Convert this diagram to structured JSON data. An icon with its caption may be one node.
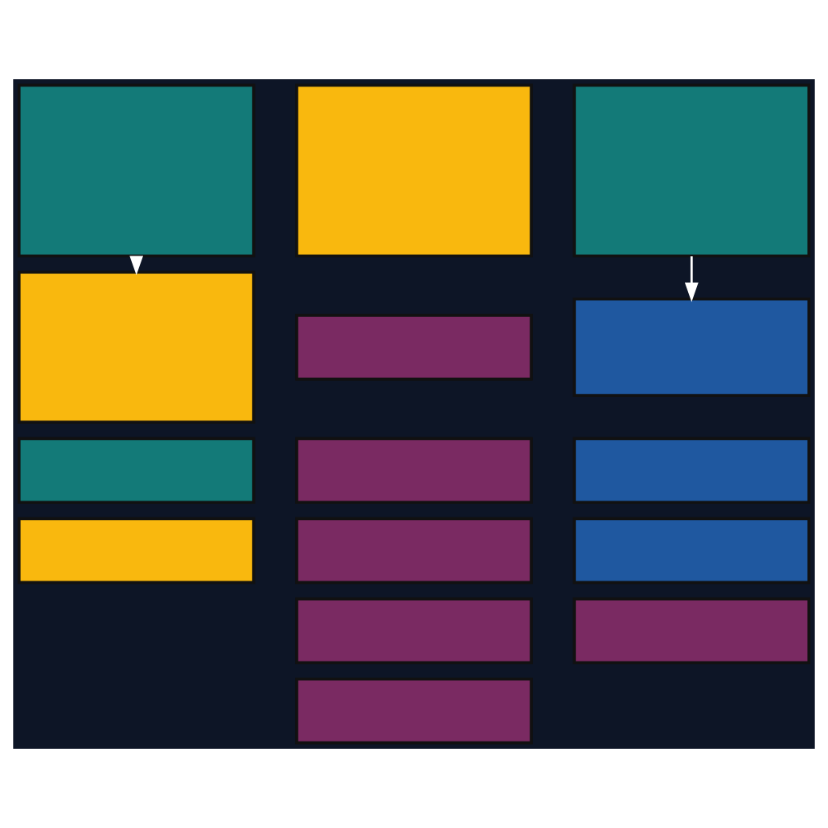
{
  "diagram": {
    "nodes": [
      {
        "text": [],
        "shape": "box"
      },
      {
        "text": [],
        "shape": "box"
      },
      {
        "text": [],
        "shape": "box"
      },
      {
        "text": [],
        "shape": "box"
      },
      {
        "text": [],
        "shape": "box"
      },
      {
        "text": [],
        "shape": "box"
      },
      {
        "text": [],
        "shape": "box"
      },
      {
        "text": [],
        "shape": "box"
      },
      {
        "text": [],
        "shape": "box"
      },
      {
        "text": [],
        "shape": "box"
      },
      {
        "text": [],
        "shape": "box"
      },
      {
        "text": [],
        "shape": "box"
      },
      {
        "text": [],
        "shape": "box"
      },
      {
        "text": [],
        "shape": "box"
      },
      {
        "text": [],
        "shape": "box"
      }
    ],
    "edges": [
      {
        "from": 0,
        "to": 1,
        "arrow": "to"
      },
      {
        "from": 10,
        "to": 11,
        "arrow": "to"
      }
    ]
  }
}
